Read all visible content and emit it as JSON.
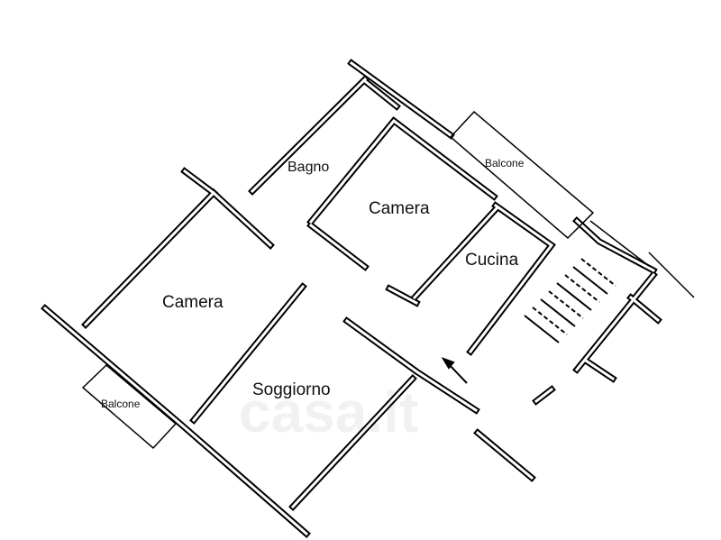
{
  "rooms": {
    "bagno": "Bagno",
    "camera_1": "Camera",
    "camera_2": "Camera",
    "cucina": "Cucina",
    "soggiorno": "Soggiorno",
    "balcone_1": "Balcone",
    "balcone_2": "Balcone"
  },
  "watermark": "casa.it"
}
